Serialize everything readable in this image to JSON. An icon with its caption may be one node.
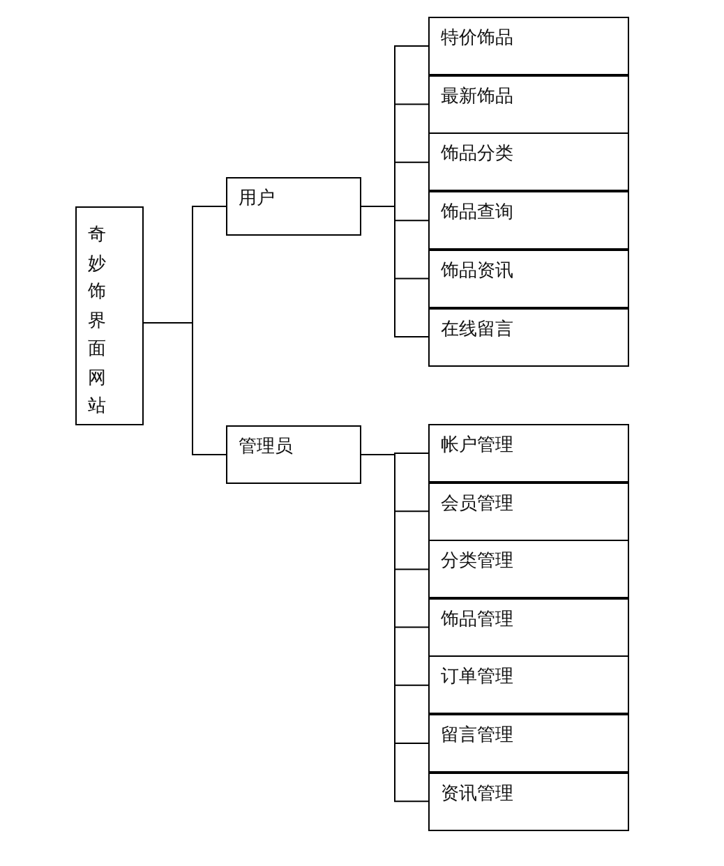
{
  "diagram": {
    "nodes": [
      {
        "text": [
          "奇妙饰界面网站"
        ]
      },
      {
        "text": [
          "用户"
        ]
      },
      {
        "text": [
          "特价饰品"
        ]
      },
      {
        "text": [
          "最新饰品"
        ]
      },
      {
        "text": [
          "饰品分类"
        ]
      },
      {
        "text": [
          "饰品查询"
        ]
      },
      {
        "text": [
          "饰品资讯"
        ]
      },
      {
        "text": [
          "在线留言"
        ]
      },
      {
        "text": [
          "管理员"
        ]
      },
      {
        "text": [
          "帐户管理"
        ]
      },
      {
        "text": [
          "会员管理"
        ]
      },
      {
        "text": [
          "分类管理"
        ]
      },
      {
        "text": [
          "饰品管理"
        ]
      },
      {
        "text": [
          "订单管理"
        ]
      },
      {
        "text": [
          "留言管理"
        ]
      },
      {
        "text": [
          "资讯管理"
        ]
      }
    ],
    "edges": [
      {
        "from": 0,
        "to": 1,
        "arrow": "none"
      },
      {
        "from": 0,
        "to": 8,
        "arrow": "none"
      },
      {
        "from": 1,
        "to": 2,
        "arrow": "none"
      },
      {
        "from": 1,
        "to": 3,
        "arrow": "none"
      },
      {
        "from": 1,
        "to": 4,
        "arrow": "none"
      },
      {
        "from": 1,
        "to": 5,
        "arrow": "none"
      },
      {
        "from": 1,
        "to": 6,
        "arrow": "none"
      },
      {
        "from": 1,
        "to": 7,
        "arrow": "none"
      },
      {
        "from": 8,
        "to": 9,
        "arrow": "none"
      },
      {
        "from": 8,
        "to": 10,
        "arrow": "none"
      },
      {
        "from": 8,
        "to": 11,
        "arrow": "none"
      },
      {
        "from": 8,
        "to": 12,
        "arrow": "none"
      },
      {
        "from": 8,
        "to": 13,
        "arrow": "none"
      },
      {
        "from": 8,
        "to": 14,
        "arrow": "none"
      },
      {
        "from": 8,
        "to": 15,
        "arrow": "none"
      }
    ]
  }
}
